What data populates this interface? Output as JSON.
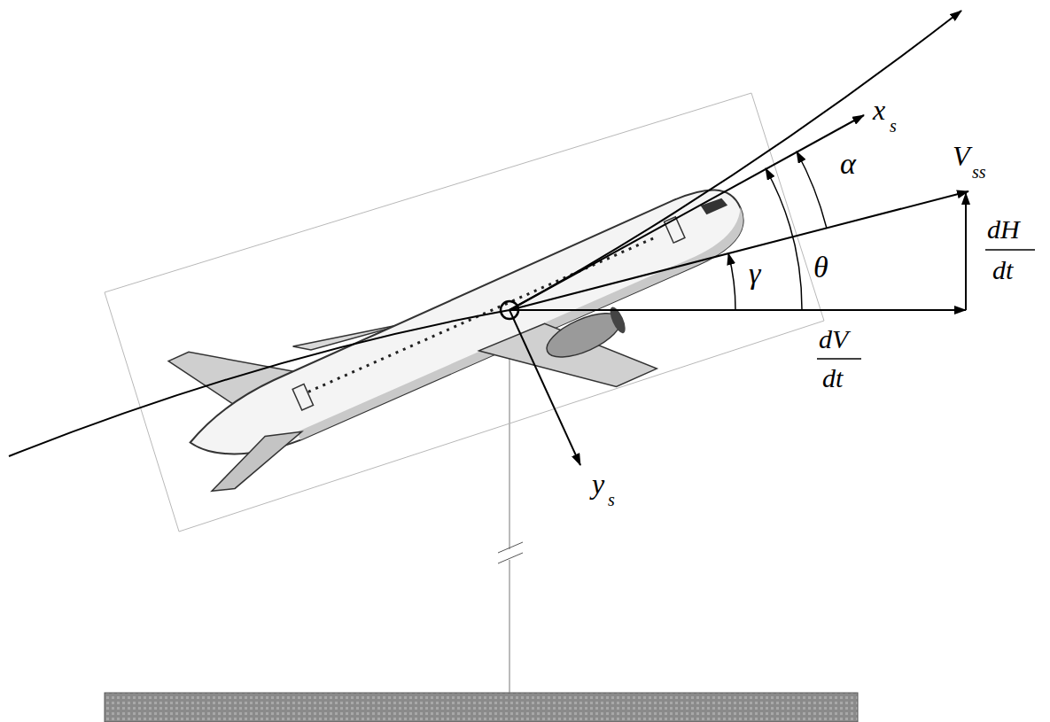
{
  "diagram": {
    "labels": [
      "x",
      "s",
      "α",
      "V",
      "ss",
      "dH",
      "dt",
      "θ",
      "γ",
      "dV",
      "dt",
      "y",
      "s"
    ]
  }
}
